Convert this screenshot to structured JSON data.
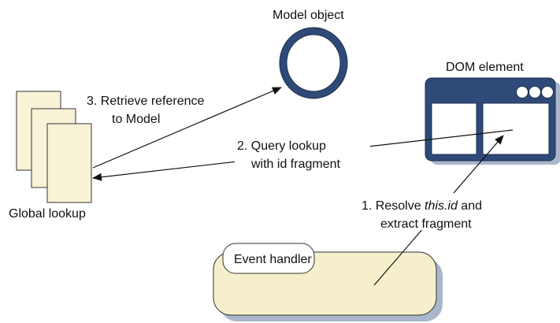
{
  "labels": {
    "model_object": "Model object",
    "dom_element": "DOM element",
    "global_lookup": "Global lookup",
    "event_handler": "Event handler",
    "step3_line1": "3. Retrieve reference",
    "step3_line2": "to Model",
    "step2_line1": "2. Query lookup",
    "step2_line2": "with id fragment",
    "step1_prefix": "1. Resolve ",
    "step1_code": "this.id",
    "step1_suffix": " and",
    "step1_line2": "extract fragment"
  },
  "colors": {
    "page_fill": "#f8f3d6",
    "event_fill": "#f5efcc",
    "shadow": "#a9b6cb",
    "window_navy": "#2f4a78",
    "window_inner": "#ffffff",
    "model_ring": "#2f4a78",
    "model_fill": "#ffffff",
    "stroke": "#333333"
  }
}
